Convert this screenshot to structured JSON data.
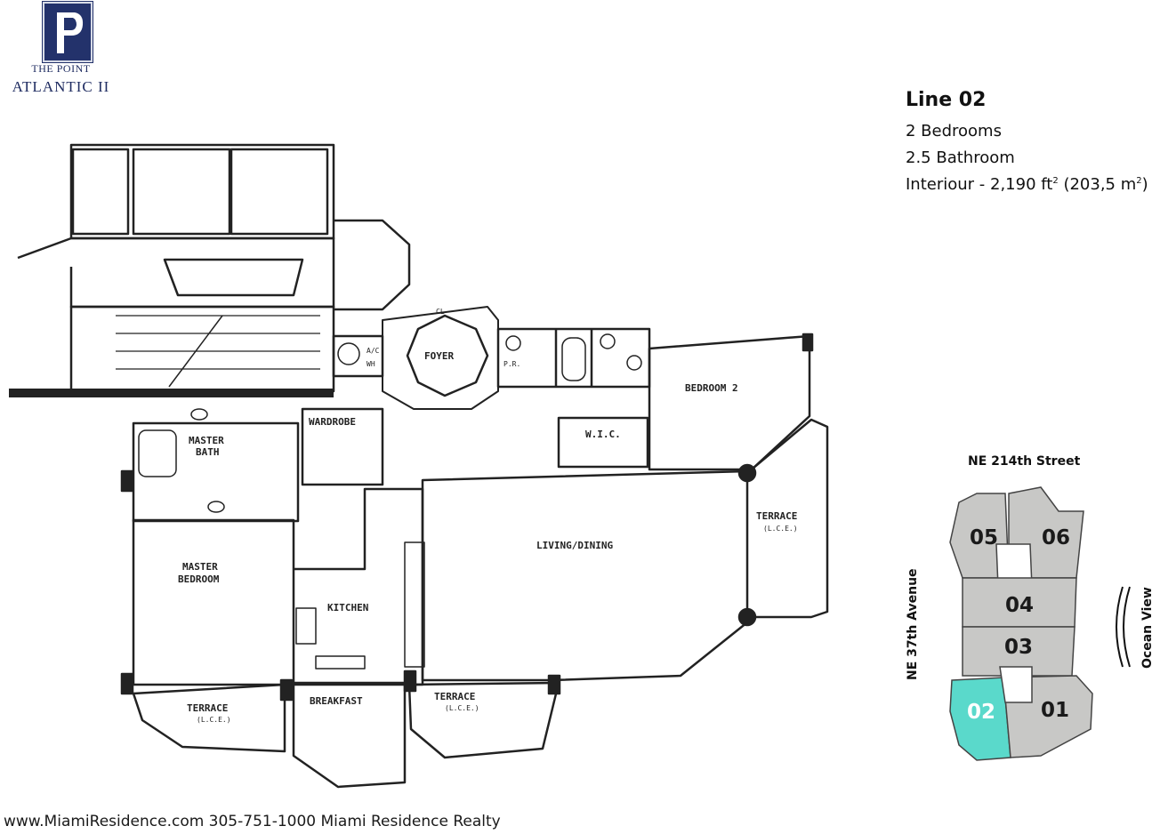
{
  "brand": {
    "line1": "THE POINT",
    "line2": "ATLANTIC II",
    "emblem_letter": "P",
    "color": "#23326b"
  },
  "unit_info": {
    "title": "Line 02",
    "bedrooms": "2 Bedrooms",
    "bathrooms": "2.5 Bathroom",
    "interior_prefix": "Interiour - 2,190 ft",
    "interior_mid": " (203,5 m",
    "interior_suffix": ")",
    "superscript": "2"
  },
  "floor_plan": {
    "rooms": {
      "foyer": "FOYER",
      "closet": "CL",
      "ac": "A/C",
      "wh": "WH",
      "powder": "P.R.",
      "bedroom2": "BEDROOM 2",
      "wardrobe": "WARDROBE",
      "master_bath": "MASTER",
      "master_bath2": "BATH",
      "wic": "W.I.C.",
      "terrace_right": "TERRACE",
      "terrace_right_sub": "(L.C.E.)",
      "living_dining": "LIVING/DINING",
      "master_bedroom": "MASTER",
      "master_bedroom2": "BEDROOM",
      "kitchen": "KITCHEN",
      "breakfast": "BREAKFAST",
      "terrace_left": "TERRACE",
      "terrace_left_sub": "(L.C.E.)",
      "terrace_mid": "TERRACE",
      "terrace_mid_sub": "(L.C.E.)"
    }
  },
  "key_plan": {
    "street_top": "NE 214th Street",
    "street_left": "NE 37th Avenue",
    "view_right": "Ocean View",
    "units": [
      "05",
      "06",
      "04",
      "03",
      "02",
      "01"
    ],
    "highlighted_unit": "02",
    "highlight_color": "#5ad9cb",
    "unit_color": "#c8c8c6"
  },
  "footer": {
    "text": "www.MiamiResidence.com 305-751-1000 Miami Residence Realty"
  }
}
